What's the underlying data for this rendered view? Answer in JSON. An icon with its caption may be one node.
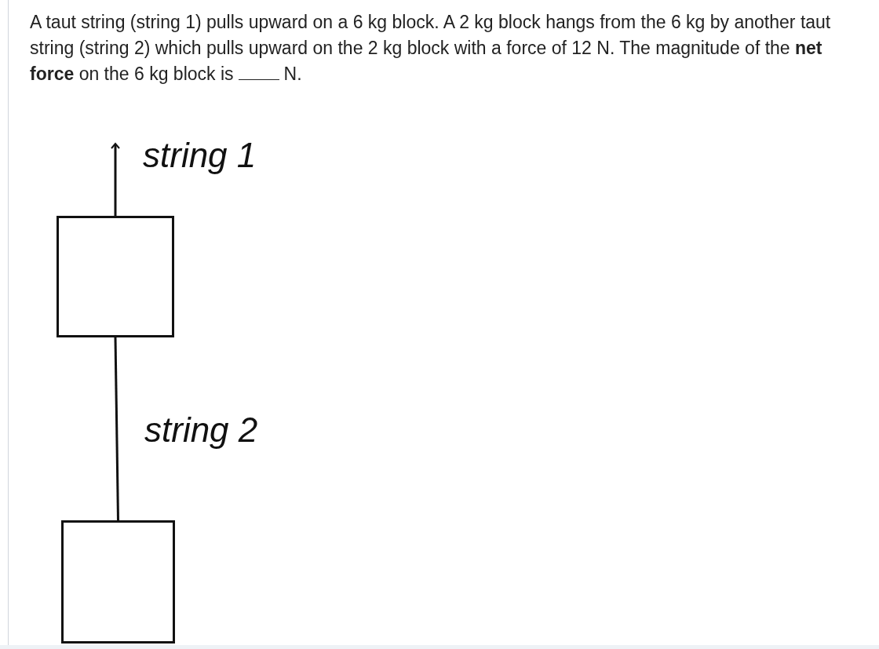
{
  "diagram": {
    "nodes": [
      {
        "text": [],
        "shape": "box"
      },
      {
        "text": [],
        "shape": "box"
      }
    ],
    "edges": [
      {
        "from": 0,
        "to": null,
        "arrow": "to",
        "label": "string 1"
      },
      {
        "from": 0,
        "to": 1,
        "arrow": "none",
        "label": "string 2"
      }
    ],
    "labels": [
      "A taut string (string 1) pulls upward on a 6 kg block. A 2 kg block hangs from the 6 kg by another taut string (string 2) which pulls upward on the 2 kg block with a force of 12 N. The magnitude of the **net force** on the 6 kg block is",
      "N."
    ]
  }
}
